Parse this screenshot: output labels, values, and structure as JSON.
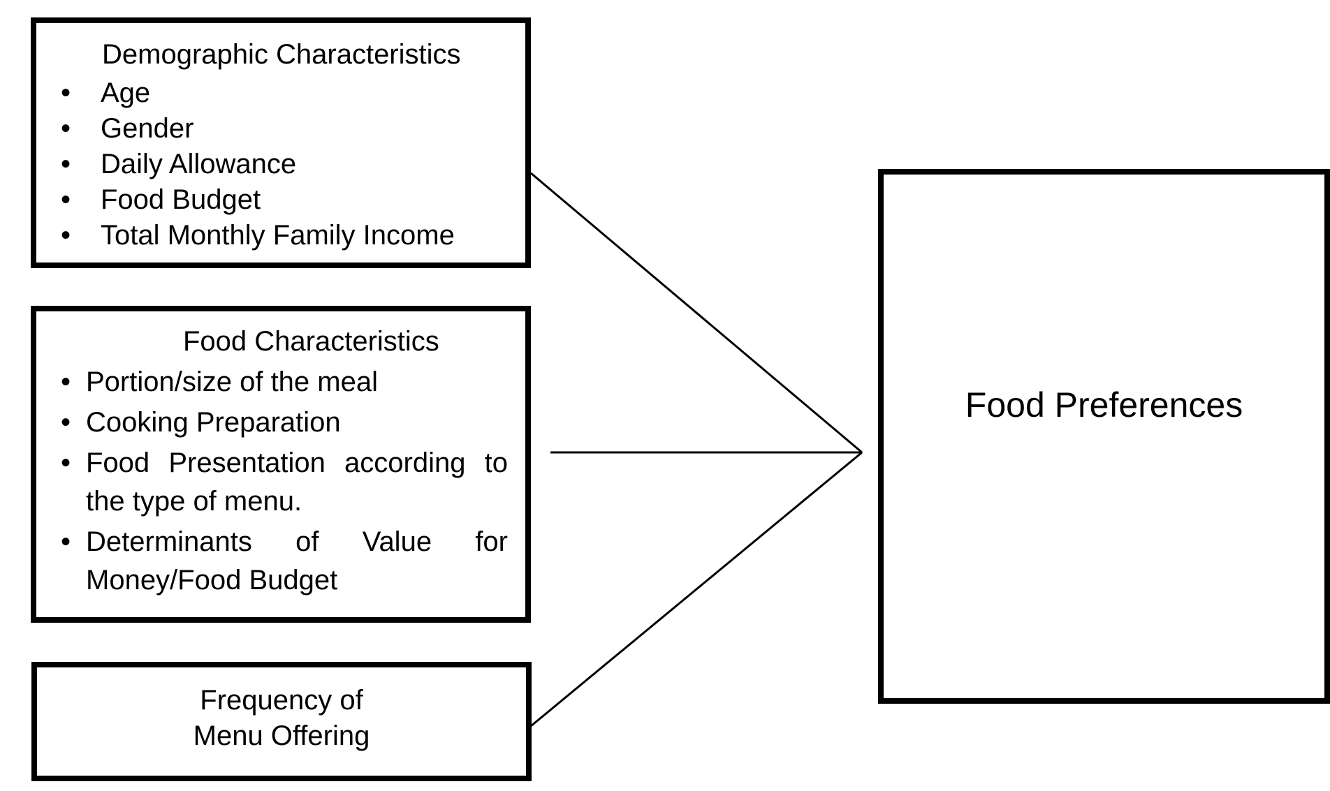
{
  "demographic_box": {
    "title": "Demographic Characteristics",
    "items": [
      "Age",
      "Gender",
      "Daily Allowance",
      "Food Budget",
      "Total Monthly Family Income"
    ]
  },
  "food_box": {
    "title": "Food Characteristics",
    "items": [
      "Portion/size of the meal",
      "Cooking Preparation",
      "Food Presentation according to the type of menu.",
      "Determinants of Value for Money/Food Budget"
    ]
  },
  "frequency_box": {
    "line1": "Frequency of",
    "line2": "Menu Offering"
  },
  "outcome_box": {
    "label": "Food Preferences"
  },
  "bullet_symbol": "•",
  "colors": {
    "stroke": "#000000",
    "background": "#ffffff"
  }
}
